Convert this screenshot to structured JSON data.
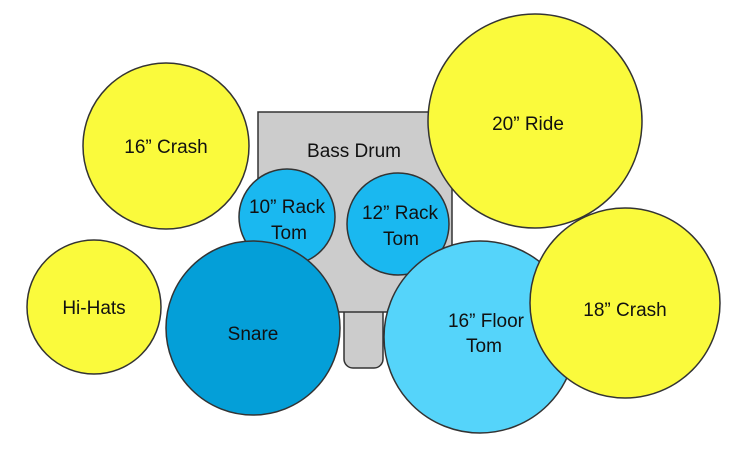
{
  "diagram": {
    "bass_drum": {
      "label": "Bass Drum",
      "color": "#cccccc"
    },
    "pieces": {
      "crash16": {
        "label": "16” Crash",
        "type": "cymbal",
        "color": "#fafa3c"
      },
      "ride20": {
        "label": "20” Ride",
        "type": "cymbal",
        "color": "#fafa3c"
      },
      "hihats": {
        "label": "Hi-Hats",
        "type": "cymbal",
        "color": "#fafa3c"
      },
      "tom10": {
        "line1": "10” Rack",
        "line2": "Tom",
        "type": "drum",
        "color": "#1ab8f0"
      },
      "tom12": {
        "line1": "12” Rack",
        "line2": "Tom",
        "type": "drum",
        "color": "#1ab8f0"
      },
      "snare": {
        "label": "Snare",
        "type": "drum",
        "color": "#049fd8"
      },
      "floortom": {
        "line1": "16” Floor",
        "line2": "Tom",
        "type": "drum",
        "color": "#55d4fa"
      },
      "crash18": {
        "label": "18” Crash",
        "type": "cymbal",
        "color": "#fafa3c"
      }
    }
  }
}
